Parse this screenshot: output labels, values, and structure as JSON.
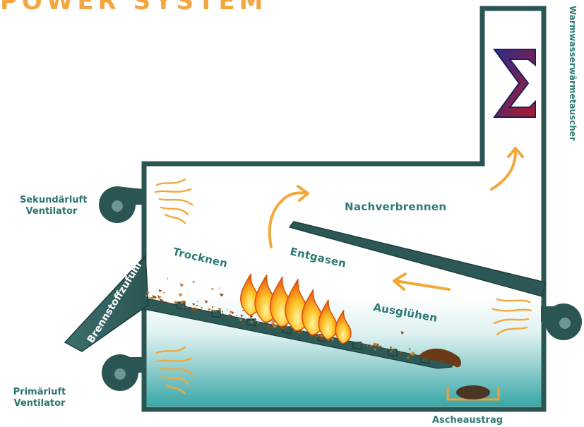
{
  "banner": "POWER SYSTEM",
  "labels": {
    "secondary_fan_line1": "Sekundärluft",
    "secondary_fan_line2": "Ventilator",
    "primary_fan_line1": "Primärluft",
    "primary_fan_line2": "Ventilator",
    "fuel_feed": "Brennstoffzufuhr",
    "drying": "Trocknen",
    "degassing": "Entgasen",
    "afterburning": "Nachverbrennen",
    "annealing": "Ausglühen",
    "ash_removal": "Ascheaustrag",
    "heat_exchanger": "Warmwasserwärmetauscher"
  },
  "colors": {
    "wall": "#2a5553",
    "water_top": "#eaf5f5",
    "water_bottom": "#3aa7a6",
    "flame_outer": "#f08a10",
    "flame_inner": "#ffd23c",
    "arrow": "#f2a83a",
    "fuel": "#8a4a1a"
  }
}
